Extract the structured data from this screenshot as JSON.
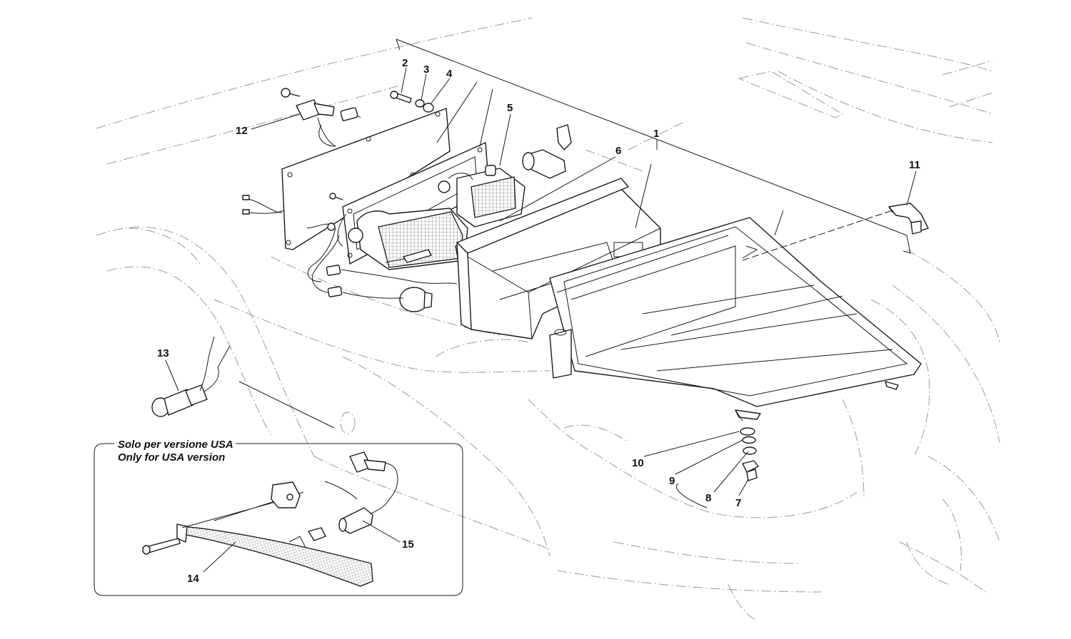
{
  "diagram": {
    "callouts": [
      {
        "id": "1",
        "label": "1"
      },
      {
        "id": "2",
        "label": "2"
      },
      {
        "id": "3",
        "label": "3"
      },
      {
        "id": "4",
        "label": "4"
      },
      {
        "id": "5",
        "label": "5"
      },
      {
        "id": "6",
        "label": "6"
      },
      {
        "id": "7",
        "label": "7"
      },
      {
        "id": "8",
        "label": "8"
      },
      {
        "id": "9",
        "label": "9"
      },
      {
        "id": "10",
        "label": "10"
      },
      {
        "id": "11",
        "label": "11"
      },
      {
        "id": "12",
        "label": "12"
      },
      {
        "id": "13",
        "label": "13"
      },
      {
        "id": "14",
        "label": "14"
      },
      {
        "id": "15",
        "label": "15"
      }
    ],
    "inset": {
      "caption_line1": "Solo per versione USA",
      "caption_line2": "Only for USA version"
    }
  },
  "colors": {
    "ink": "#1a1a1a",
    "ghost_outline": "#9a9a9a",
    "background": "#ffffff"
  }
}
